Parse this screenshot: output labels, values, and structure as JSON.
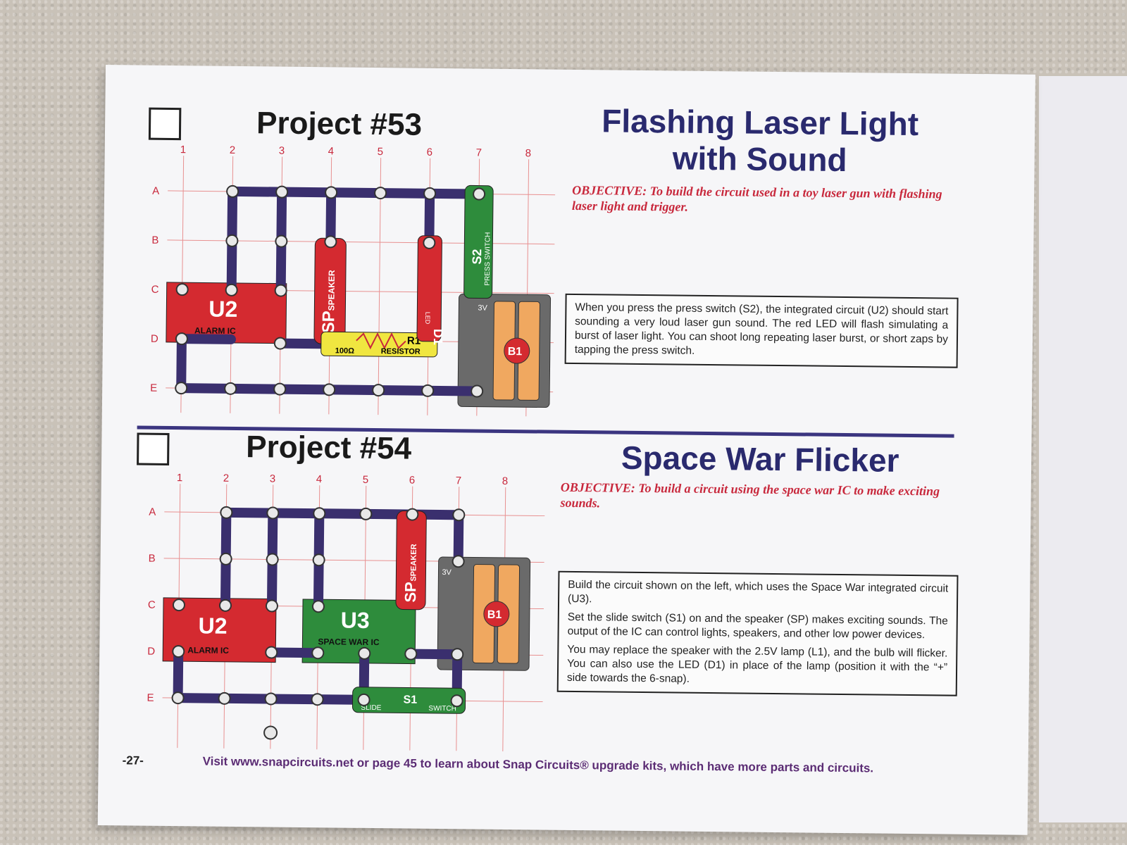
{
  "page_number": "-27-",
  "footer_text": "Visit www.snapcircuits.net or page 45 to learn about Snap Circuits® upgrade kits, which have more parts and circuits.",
  "grid": {
    "cols": [
      "1",
      "2",
      "3",
      "4",
      "5",
      "6",
      "7",
      "8"
    ],
    "rows": [
      "A",
      "B",
      "C",
      "D",
      "E"
    ]
  },
  "project53": {
    "label": "Project #53",
    "title_line1": "Flashing Laser Light",
    "title_line2": "with Sound",
    "objective": "OBJECTIVE:  To build the circuit used in a toy laser gun with flashing laser light and trigger.",
    "description": "When you press the press switch (S2), the integrated circuit (U2) should start sounding a very loud laser gun sound.  The red LED will flash simulating a burst of laser light.  You can shoot long repeating laser burst, or short zaps by tapping the press switch.",
    "parts": {
      "u2": "U2",
      "u2_sub": "ALARM IC",
      "sp": "SP",
      "sp_sub": "SPEAKER",
      "d1": "D1",
      "d1_sub": "LED",
      "r1": "R1",
      "r1_val": "100Ω",
      "r1_sub": "RESISTOR",
      "s2": "S2",
      "s2_sub": "PRESS SWITCH",
      "b1": "B1",
      "b1_v": "3V"
    }
  },
  "project54": {
    "label": "Project #54",
    "title": "Space War Flicker",
    "objective": "OBJECTIVE:  To build a circuit using the space war IC to make exciting sounds.",
    "description": [
      "Build the circuit shown on the left, which uses the Space War integrated circuit (U3).",
      "Set the slide switch (S1) on and the speaker (SP) makes exciting sounds.  The output of the IC can control lights, speakers, and other low power devices.",
      "You may replace the speaker with the 2.5V lamp (L1), and the bulb will flicker.  You can also use the LED (D1) in place of the lamp (position it with the “+” side towards the 6-snap)."
    ],
    "parts": {
      "u2": "U2",
      "u2_sub": "ALARM IC",
      "u3": "U3",
      "u3_sub": "SPACE WAR IC",
      "sp": "SP",
      "sp_sub": "SPEAKER",
      "s1_slide": "SLIDE",
      "s1": "S1",
      "s1_sub": "SWITCH",
      "b1": "B1",
      "b1_v": "3V"
    }
  },
  "colors": {
    "title_navy": "#2a2a6e",
    "objective_red": "#c8283c",
    "wire": "#3a2f6e",
    "ic_red": "#d42a30",
    "switch_green": "#2e8c3c",
    "battery_orange": "#f0a860",
    "footer_purple": "#5b2c74"
  }
}
